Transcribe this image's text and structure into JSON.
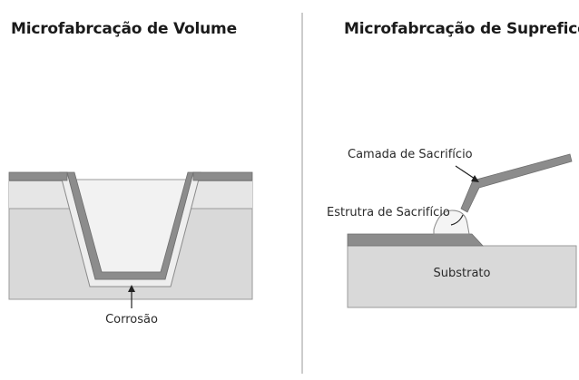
{
  "bulk": {
    "title": "Microfabrcação de Volume",
    "label_etch": "Corrosão"
  },
  "surface": {
    "title": "Microfabrcação de Suprefice",
    "label_sacrificial_layer": "Camada de Sacrifício",
    "label_sacrificial_structure": "Estrutra de Sacrifício",
    "label_substrate": "Substrato"
  },
  "colors": {
    "substrate_fill": "#d9d9d9",
    "substrate_edge": "#9a9a9a",
    "layer_dark": "#8c8c8c",
    "layer_light": "#eeeeee",
    "trench_fill": "#f2f2f2",
    "divider": "#9a9a9a"
  }
}
